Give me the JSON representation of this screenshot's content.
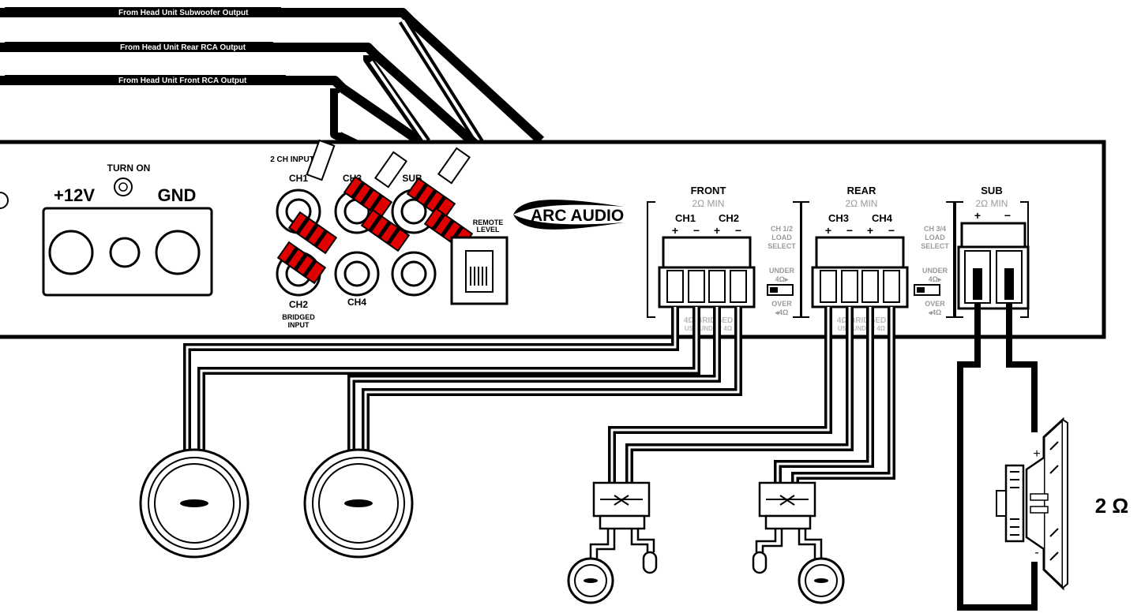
{
  "cables": {
    "sub": "From Head Unit Subwoofer Output",
    "rear": "From Head Unit Rear RCA Output",
    "front": "From Head Unit Front RCA Output"
  },
  "power": {
    "turn_on": "TURN ON",
    "plus12v": "+12V",
    "gnd": "GND"
  },
  "inputs": {
    "two_ch_input": "2 CH INPUT",
    "ch1": "CH1",
    "ch2": "CH2",
    "ch3": "CH3",
    "ch4": "CH4",
    "sub": "SUB",
    "bridged1": "BRIDGED",
    "bridged2": "INPUT",
    "remote1": "REMOTE",
    "remote2": "LEVEL"
  },
  "brand": {
    "logo": "ARC AUDIO"
  },
  "front_section": {
    "title": "FRONT",
    "min": "2Ω MIN",
    "ch1": "CH1",
    "ch2": "CH2",
    "load1": "CH 1/2",
    "load2": "LOAD",
    "load3": "SELECT",
    "under1": "UNDER",
    "under2": "4Ω▸",
    "over1": "OVER",
    "over2": "◂4Ω",
    "bridged": "4Ω BRIDGED",
    "use_under": "USE UNDER 4Ω"
  },
  "rear_section": {
    "title": "REAR",
    "min": "2Ω MIN",
    "ch3": "CH3",
    "ch4": "CH4",
    "load1": "CH 3/4",
    "load2": "LOAD",
    "load3": "SELECT",
    "under1": "UNDER",
    "under2": "4Ω▸",
    "over1": "OVER",
    "over2": "◂4Ω",
    "bridged": "4Ω BRIDGED",
    "use_under": "USE UNDER 4Ω"
  },
  "sub_section": {
    "title": "SUB",
    "min": "2Ω MIN",
    "plus": "+",
    "minus": "−"
  },
  "polarity": {
    "plus": "+",
    "minus": "−"
  },
  "subwoofer": {
    "impedance": "2 Ω",
    "plus": "+",
    "minus": "-"
  }
}
